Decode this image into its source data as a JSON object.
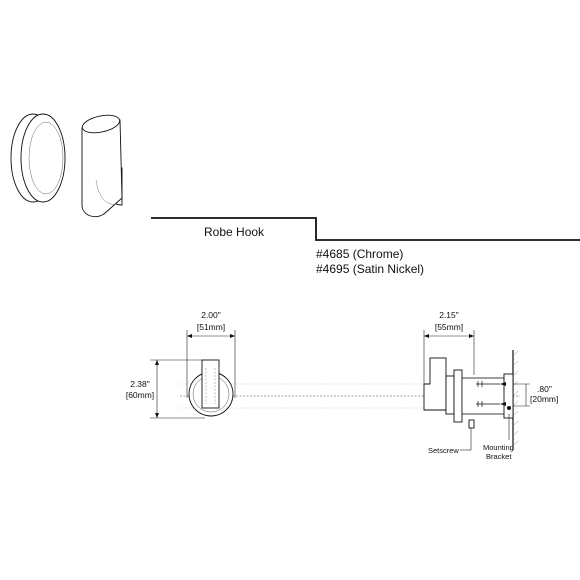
{
  "product": {
    "name": "Robe Hook",
    "models": [
      "#4685 (Chrome)",
      "#4695 (Satin Nickel)"
    ]
  },
  "front_view": {
    "width_in": "2.00\"",
    "width_mm": "[51mm]",
    "height_in": "2.38\"",
    "height_mm": "[60mm]"
  },
  "side_view": {
    "depth_in": "2.15\"",
    "depth_mm": "[55mm]",
    "bracket_in": ".80\"",
    "bracket_mm": "[20mm]",
    "setscrew_label": "Setscrew",
    "bracket_label_1": "Mounting",
    "bracket_label_2": "Bracket"
  }
}
